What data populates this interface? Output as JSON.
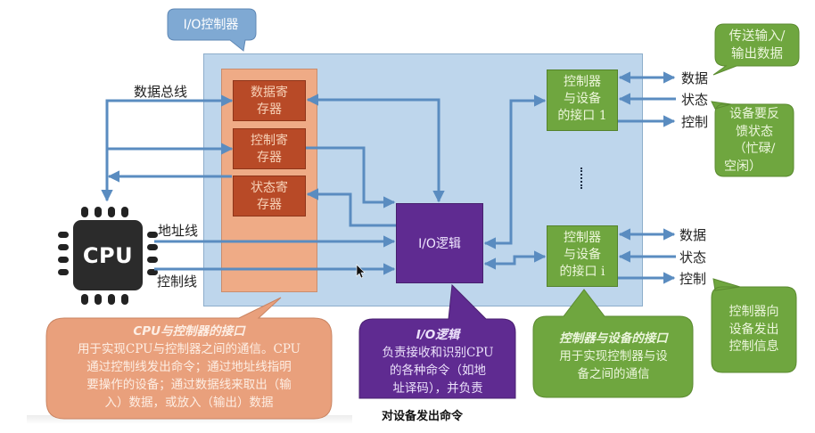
{
  "title_bubble": {
    "label": "I/O控制器"
  },
  "bus_labels": {
    "data_bus": "数据总线",
    "address_line": "地址线",
    "control_line": "控制线"
  },
  "cpu": {
    "label": "CPU"
  },
  "registers": [
    {
      "line1": "数据寄",
      "line2": "存器"
    },
    {
      "line1": "控制寄",
      "line2": "存器"
    },
    {
      "line1": "状态寄",
      "line2": "存器"
    }
  ],
  "io_logic": {
    "label": "I/O逻辑"
  },
  "interfaces": [
    {
      "line1": "控制器",
      "line2": "与设备",
      "line3": "的接口 1"
    },
    {
      "line1": "控制器",
      "line2": "与设备",
      "line3": "的接口 i"
    }
  ],
  "device_signals": {
    "interface_1": [
      "数据",
      "状态",
      "控制"
    ],
    "interface_i": [
      "数据",
      "状态",
      "控制"
    ]
  },
  "callouts": {
    "data_transfer": [
      "传送输入/",
      "输出数据"
    ],
    "status_feedback": [
      "设备要反",
      "馈状态",
      "（忙碌/",
      "空闲）"
    ],
    "control_info": [
      "控制器向",
      "设备发出",
      "控制信息"
    ],
    "cpu_interface": {
      "title": "CPU与控制器的接口",
      "lines": [
        "用于实现CPU与控制器之间的通信。CPU",
        "通过控制线发出命令；通过地址线指明",
        "要操作的设备；通过数据线来取出（输",
        "入）数据，或放入（输出）数据"
      ]
    },
    "io_logic": {
      "title": "I/O逻辑",
      "lines": [
        "负责接收和识别CPU",
        "的各种命令（如地",
        "址译码），并负责"
      ],
      "overflow_text": "对设备发出命令"
    },
    "device_interface": {
      "title": "控制器与设备的接口",
      "lines": [
        "用于实现控制器与设",
        "备之间的通信"
      ]
    }
  },
  "colors": {
    "arrow": "#5a8cc0",
    "controller_box": "#bed6ec",
    "register_column": "#efab86",
    "register": "#b84a27",
    "io_logic": "#5f2b91",
    "interface": "#6fa63f",
    "orange_callout": "#e9a07c",
    "purple_callout": "#5f2b91",
    "green_callout": "#6fa63f",
    "title_bubble": "#7fa9d3"
  }
}
